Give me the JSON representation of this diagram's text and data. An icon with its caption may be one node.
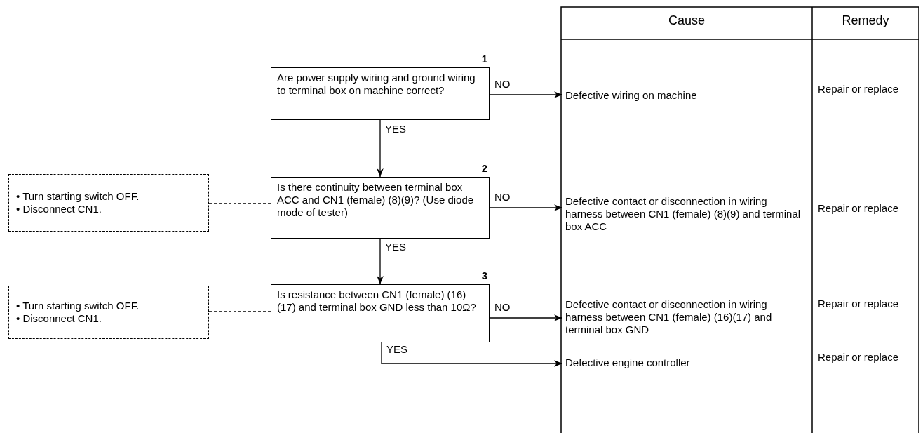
{
  "diagram": {
    "nodes": [
      {
        "text": [
          "Are power supply wiring and ground wiring to terminal box on machine correct?"
        ],
        "beside": [
          "1"
        ]
      },
      {
        "text": [
          "Is there continuity between terminal box ACC and CN1 (female) (8)(9)? (Use diode mode of tester)"
        ],
        "beside": [
          "2"
        ]
      },
      {
        "text": [
          "Is resistance between CN1 (female) (16)(17) and terminal box GND less than 10Ω?"
        ],
        "beside": [
          "3"
        ]
      },
      {
        "text": [
          "• Turn starting switch OFF.",
          "• Disconnect CN1."
        ]
      },
      {
        "text": [
          "• Turn starting switch OFF.",
          "• Disconnect CN1."
        ]
      },
      {
        "text": [
          "Defective wiring on machine"
        ]
      },
      {
        "text": [
          "Defective contact or disconnection in wiring harness between CN1 (female) (8)(9) and terminal box ACC"
        ]
      },
      {
        "text": [
          "Defective contact or disconnection in wiring harness between CN1 (female) (16)(17) and terminal box GND"
        ]
      },
      {
        "text": [
          "Defective engine controller"
        ]
      }
    ],
    "edges": [
      {
        "from": 0,
        "to": 5,
        "arrow": "to",
        "label": "NO"
      },
      {
        "from": 0,
        "to": 1,
        "arrow": "to",
        "label": "YES"
      },
      {
        "from": 1,
        "to": 6,
        "arrow": "to",
        "label": "NO"
      },
      {
        "from": 1,
        "to": 2,
        "arrow": "to",
        "label": "YES"
      },
      {
        "from": 2,
        "to": 7,
        "arrow": "to",
        "label": "NO"
      },
      {
        "from": 2,
        "to": 8,
        "arrow": "to",
        "label": "YES"
      },
      {
        "from": 3,
        "to": 1,
        "arrow": "none",
        "style": "dashed"
      },
      {
        "from": 4,
        "to": 2,
        "arrow": "none",
        "style": "dashed"
      }
    ],
    "labels": [
      "Cause",
      "Remedy",
      "Repair or replace",
      "Repair or replace",
      "Repair or replace",
      "Repair or replace"
    ]
  }
}
